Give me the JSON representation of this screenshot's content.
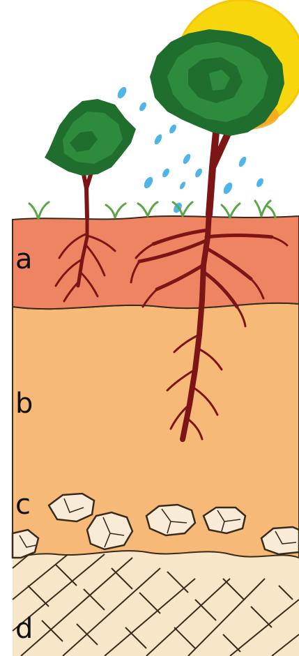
{
  "labels": {
    "a": "a",
    "b": "b",
    "c": "c",
    "d": "d"
  },
  "colors": {
    "sky": "#ffffff",
    "sun": "#f8d60e",
    "sun_glow": "#f5a623",
    "horizon_a": "#ee8462",
    "horizon_b": "#f6b978",
    "horizon_d": "#f7e7c8",
    "rock_fill": "#f8ecd8",
    "outline": "#3a2a1a",
    "trunk_root": "#8b1a1c",
    "foliage_dark": "#1f6e2d",
    "foliage": "#2e8b3e",
    "rain": "#4fb5e8",
    "grass": "#5aa646"
  },
  "icons": [
    "sun-icon",
    "tree-icon",
    "rain-drop-icon",
    "root-icon",
    "rock-icon",
    "grass-icon"
  ]
}
